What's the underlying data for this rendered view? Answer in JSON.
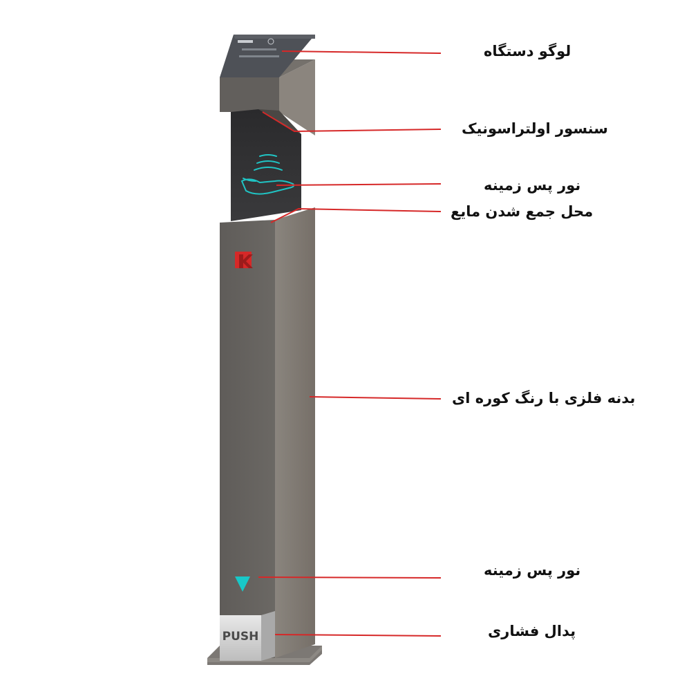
{
  "device": {
    "pedal_label": "PUSH",
    "accent_color": "#d62828",
    "indicator_color": "#18c8c8",
    "body_color": "#6e6a66"
  },
  "labels": [
    "لوگو دستگاه",
    "سنسور اولتراسونیک",
    "نور پس زمینه",
    "محل جمع شدن مایع",
    "بدنه فلزی با رنگ کوره ای",
    "نور پس زمینه",
    "پدال فشاری"
  ]
}
